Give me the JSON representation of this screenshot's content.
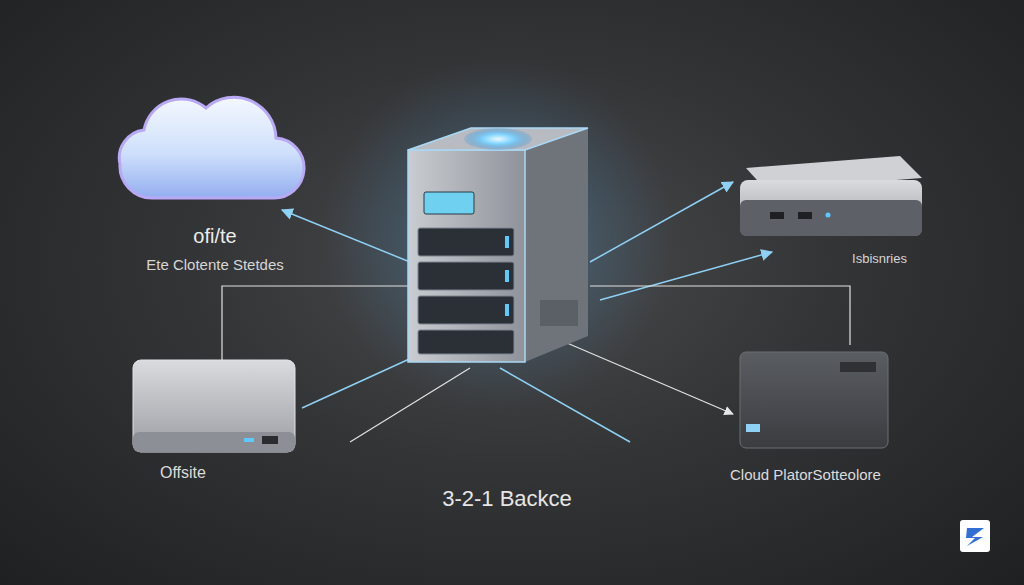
{
  "diagram": {
    "caption": "3-2-1 Backce",
    "nodes": [
      {
        "text": [
          "ofi/te",
          "Ete Clotente Stetdes"
        ]
      },
      {
        "text": [
          "Isbisnries"
        ]
      },
      {
        "text": [
          "Offsite"
        ]
      },
      {
        "text": [
          "Cloud PlatorSotteolore"
        ]
      }
    ]
  }
}
